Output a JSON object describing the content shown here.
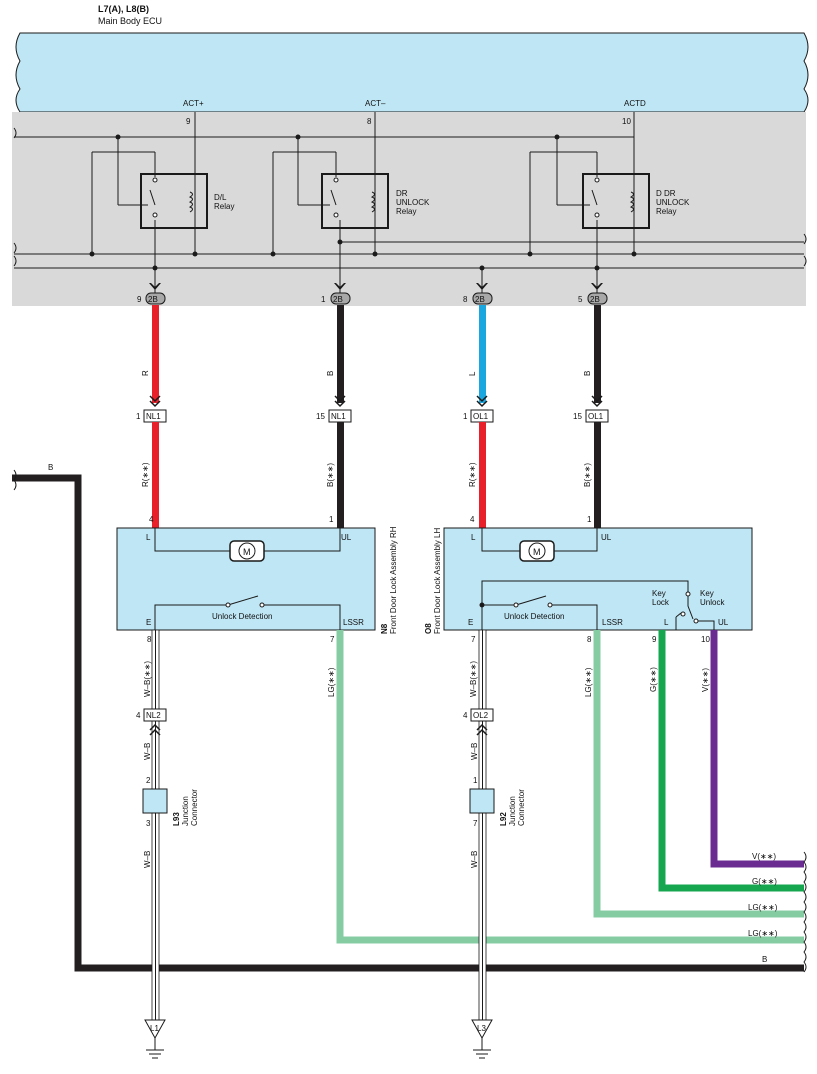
{
  "ecu": {
    "id": "L7(A), L8(B)",
    "name": "Main Body ECU",
    "terminals": [
      {
        "name": "ACT+",
        "pin": "9"
      },
      {
        "name": "ACT–",
        "pin": "8"
      },
      {
        "name": "ACTD",
        "pin": "10"
      }
    ],
    "relays": [
      "D/L\nRelay",
      "DR\nUNLOCK\nRelay",
      "D DR\nUNLOCK\nRelay"
    ],
    "connector": "2B",
    "outputs": [
      "9",
      "1",
      "8",
      "5"
    ]
  },
  "wires_top": [
    {
      "color_code": "R",
      "hex": "#e8202a"
    },
    {
      "color_code": "B",
      "hex": "#231f20"
    },
    {
      "color_code": "L",
      "hex": "#1aa7e0"
    },
    {
      "color_code": "B",
      "hex": "#231f20"
    }
  ],
  "connectors_mid": [
    {
      "pin": "1",
      "name": "NL1"
    },
    {
      "pin": "15",
      "name": "NL1"
    },
    {
      "pin": "1",
      "name": "OL1"
    },
    {
      "pin": "15",
      "name": "OL1"
    }
  ],
  "wires_mid": [
    "R(∗∗)",
    "B(∗∗)",
    "R(∗∗)",
    "B(∗∗)"
  ],
  "actuator_rh": {
    "id": "N8",
    "name": "Front Door Lock Assembly RH",
    "pins_top": [
      "4",
      "1"
    ],
    "terminals_top": [
      "L",
      "UL"
    ],
    "motor": "M",
    "switch": "Unlock Detection",
    "terminals_bottom": [
      "E",
      "LSSR"
    ],
    "pins_bottom": [
      "8",
      "7"
    ]
  },
  "actuator_lh": {
    "id": "O8",
    "name": "Front Door Lock Assembly LH",
    "pins_top": [
      "4",
      "1"
    ],
    "terminals_top": [
      "L",
      "UL"
    ],
    "motor": "M",
    "switch": "Unlock Detection",
    "key_lock": "Key\nLock",
    "key_unlock": "Key\nUnlock",
    "terminals_bottom": [
      "E",
      "LSSR",
      "L",
      "UL"
    ],
    "pins_bottom": [
      "7",
      "8",
      "9",
      "10"
    ]
  },
  "lower_wires": [
    "W–B(∗∗)",
    "LG(∗∗)",
    "W–B(∗∗)",
    "LG(∗∗)",
    "G(∗∗)",
    "V(∗∗)"
  ],
  "connectors_low": [
    {
      "pin": "4",
      "name": "NL2"
    },
    {
      "pin": "4",
      "name": "OL2"
    }
  ],
  "junctions": [
    {
      "id": "L93",
      "name": "Junction\nConnector",
      "pin_in": "2",
      "pin_out": "3",
      "wire_in": "W–B",
      "wire_out": "W–B"
    },
    {
      "id": "L92",
      "name": "Junction\nConnector",
      "pin_in": "1",
      "pin_out": "7",
      "wire_in": "W–B",
      "wire_out": "W–B"
    }
  ],
  "grounds": [
    "L1",
    "L3"
  ],
  "right_wires": [
    "V(∗∗)",
    "G(∗∗)",
    "LG(∗∗)",
    "LG(∗∗)",
    "B"
  ],
  "left_wire": "B",
  "colors": {
    "panel_blue": "#bfe6f5",
    "ecu_gray": "#d9d9d9",
    "red": "#e8202a",
    "black": "#231f20",
    "blue": "#1aa7e0",
    "lightgreen": "#86cca3",
    "green": "#16a64f",
    "violet": "#6a2c91"
  }
}
